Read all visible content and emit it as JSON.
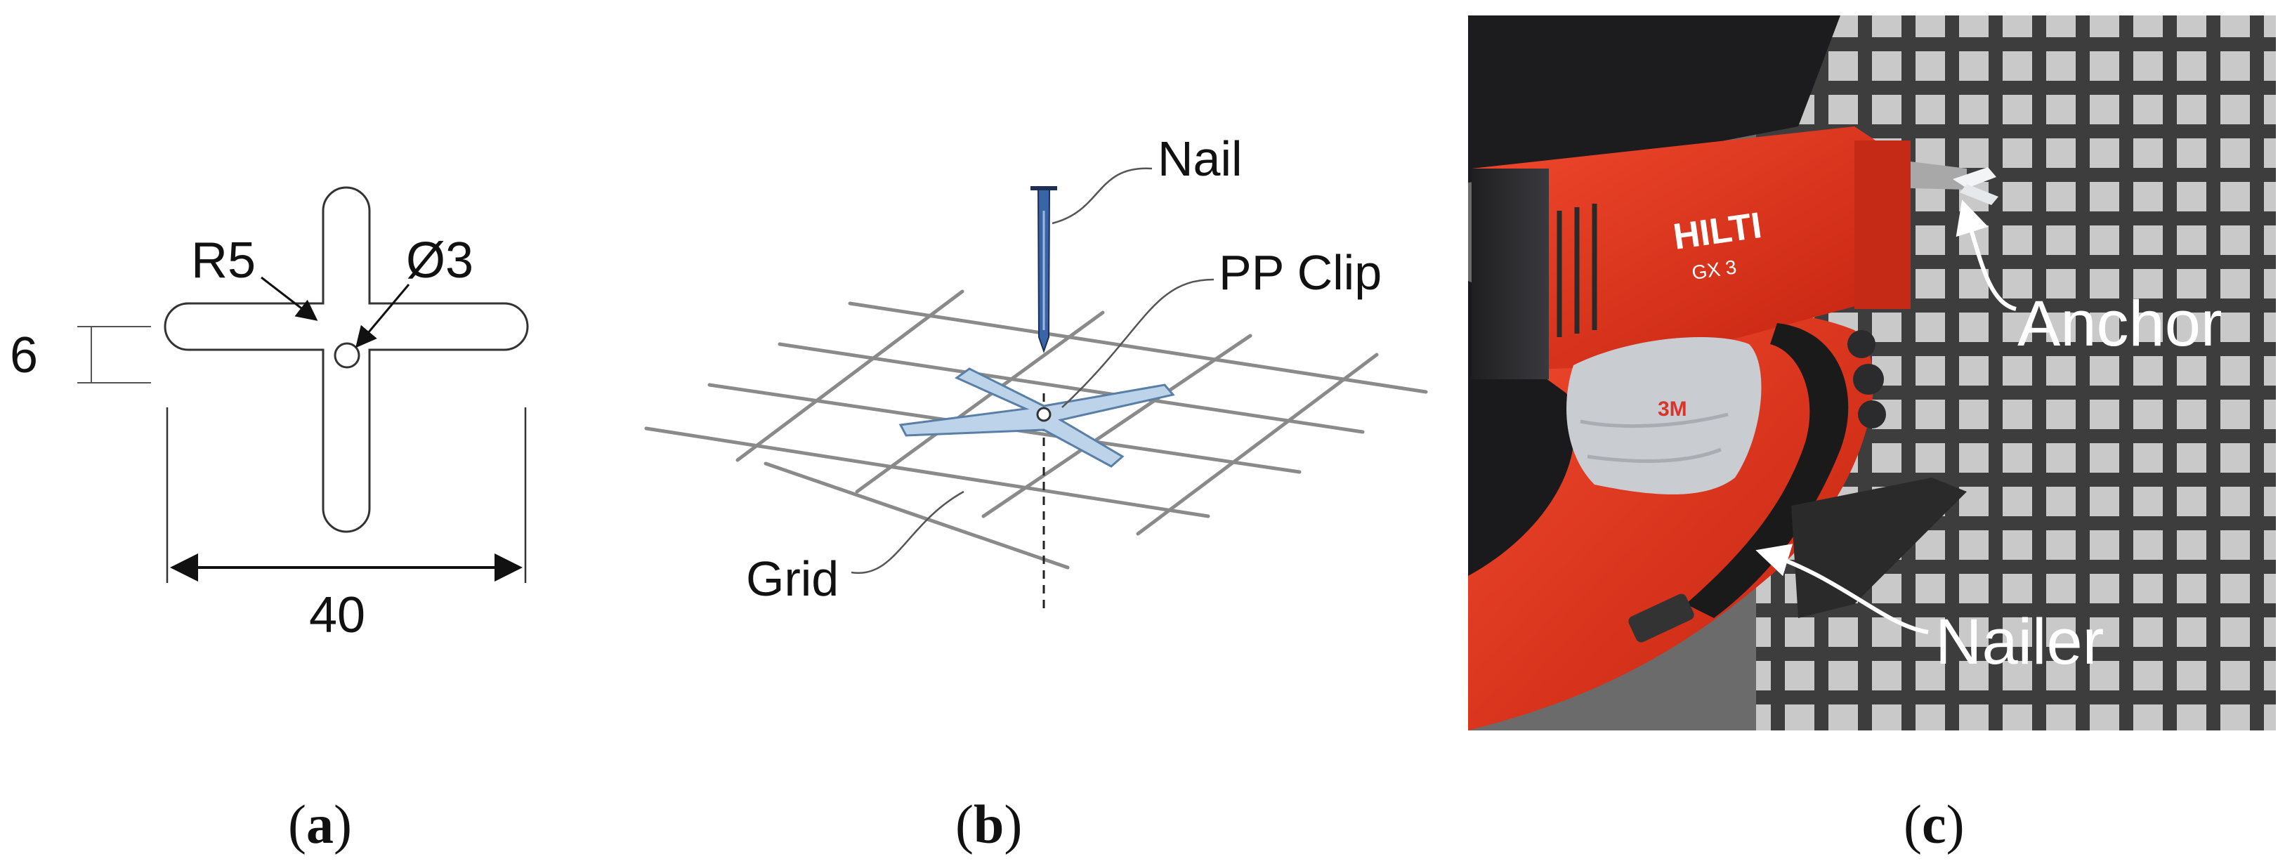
{
  "panels": {
    "a": {
      "caption": "a",
      "dims": {
        "radius": "R5",
        "hole": "Ø3",
        "width": "6",
        "length": "40"
      }
    },
    "b": {
      "caption": "b",
      "labels": {
        "nail": "Nail",
        "clip": "PP Clip",
        "grid": "Grid"
      }
    },
    "c": {
      "caption": "c",
      "labels": {
        "anchor": "Anchor",
        "nailer": "Nailer"
      },
      "tool_logo": "HILTI",
      "tool_model": "GX 3",
      "glove_print": "3M"
    }
  },
  "colors": {
    "clip_fill": "#bcd3ea",
    "nail": "#3a64a8",
    "tool_red": "#e2321d",
    "photo_bg": "#6b6b6b"
  }
}
